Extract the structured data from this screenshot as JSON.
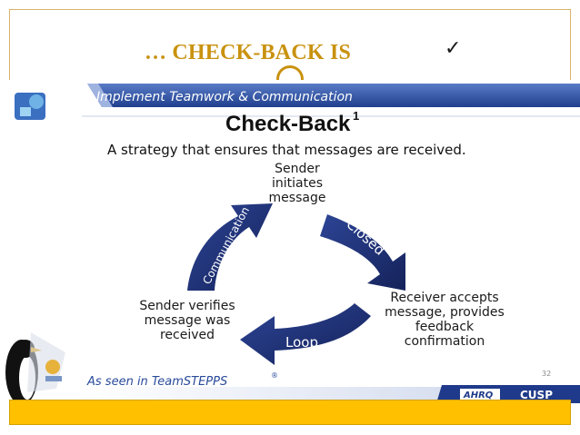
{
  "header": {
    "title": "… CHECK-BACK IS",
    "check_mark": "✓"
  },
  "slide": {
    "banner": "Implement Teamwork & Communication",
    "heading": "Check-Back",
    "heading_sup": "1",
    "subtitle": "A strategy that ensures that messages are received.",
    "cycle": {
      "top": [
        "Sender",
        "initiates",
        "message"
      ],
      "right": [
        "Receiver accepts",
        "message, provides",
        "feedback",
        "confirmation"
      ],
      "left": [
        "Sender verifies",
        "message was",
        "received"
      ],
      "arrow_closed": "Closed",
      "arrow_loop": "Loop",
      "arrow_communication": "Communication"
    },
    "footer_note": "As seen in TeamSTEPPS",
    "footer_note_mark": "®",
    "page_number": "32",
    "logo_ahrq": "AHRQ",
    "logo_cusp": "CUSP"
  },
  "colors": {
    "title_gold": "#c9920f",
    "banner_blue": "#2a4b9b",
    "arrow_navy": "#1f2f6e",
    "footer_yellow": "#ffc000"
  }
}
